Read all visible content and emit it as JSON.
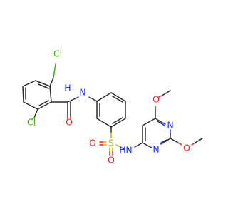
{
  "molecule": {
    "colors": {
      "bond": "#2b2b2b",
      "chlorine": "#37b400",
      "nitrogen": "#1a2fff",
      "oxygen": "#ff1a1a",
      "sulfur": "#c8b000"
    },
    "labels": {
      "cl_top": "Cl",
      "cl_bottom": "Cl",
      "amide_nh": "N",
      "amide_h": "H",
      "carbonyl_o": "O",
      "sulfonyl_s": "S",
      "sulfonyl_o_left": "O",
      "sulfonyl_o_bottom": "O",
      "sulfonamide_nh": "N",
      "sulfonamide_h": "H",
      "pyrimidine_n_top": "N",
      "pyrimidine_n_bottom": "N",
      "methoxy_o_top": "O",
      "methoxy_o_bottom": "O"
    }
  }
}
